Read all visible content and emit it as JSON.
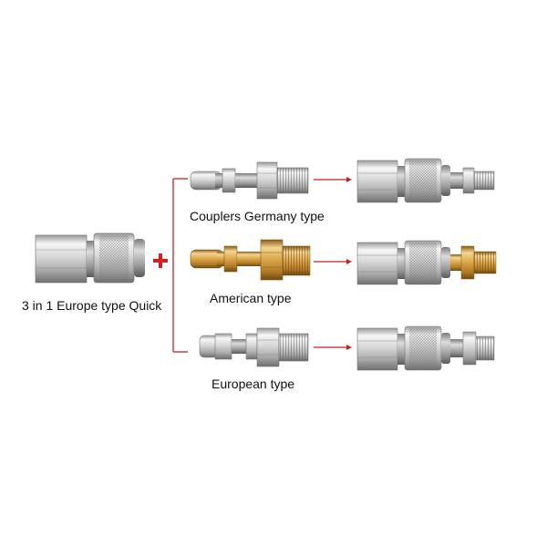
{
  "labels": {
    "main": "3 in 1 Europe type Quick",
    "germany": "Couplers Germany type",
    "american": "American type",
    "european": "European type"
  },
  "colors": {
    "background": "#ffffff",
    "connector_red": "#c8201e",
    "plus_red": "#d42020",
    "steel_light": "#f3f3f3",
    "steel_mid": "#c9c9c9",
    "steel_dark": "#8a8a8a",
    "brass_light": "#f2d08a",
    "brass_mid": "#d9a54a",
    "brass_dark": "#9a6a1e",
    "text": "#111111"
  },
  "icons": {
    "plus": "plus-icon",
    "arrow": "arrow-right-icon"
  }
}
